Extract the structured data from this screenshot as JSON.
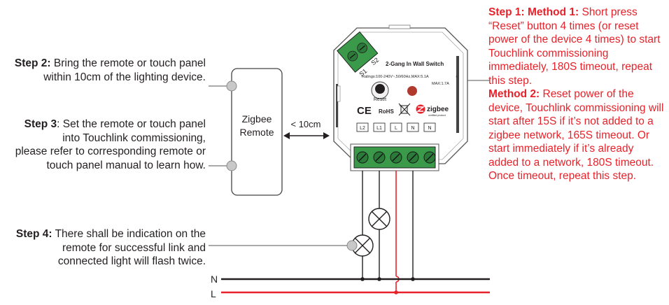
{
  "steps": {
    "step1": {
      "label": "Step 1: Method 1:",
      "text": " Short press “Reset” button 4 times (or reset power of the device 4 times) to start Touchlink commissioning immediately, 180S timeout, repeat this step.",
      "method2_label": "Method 2:",
      "method2_text": " Reset power of the device, Touchlink commissioning will start after 15S if it’s not added to a zigbee network, 165S timeout. Or start immediately if it’s already added to a network, 180S timeout. Once timeout, repeat this step."
    },
    "step2": {
      "label": "Step 2:",
      "text": " Bring the remote or touch panel within 10cm of the lighting device."
    },
    "step3": {
      "label": "Step 3",
      "text": ": Set the remote or touch panel into Touchlink commissioning,",
      "text2": "please refer to corresponding remote or touch panel manual to learn how."
    },
    "step4": {
      "label": "Step 4:",
      "text": " There shall be indication on the remote for successful link and connected light will flash twice."
    }
  },
  "remote": {
    "line1": "Zigbee",
    "line2": "Remote"
  },
  "distance": "< 10cm",
  "device": {
    "title": "2-Gang In Wall Switch",
    "ratings": "Ratings:100-240V~,50/60Hz,MAX:5.1A",
    "max": "MAX:1.7A",
    "reset": "Reset",
    "s1": "S1",
    "s2": "S2",
    "ce": "CE",
    "rohs": "RoHS",
    "zigbee": "zigbee",
    "zigbee_sub": "certified product",
    "terminals": [
      "L2",
      "L1",
      "L",
      "N",
      "N"
    ]
  },
  "lines": {
    "n": "N",
    "l": "L"
  },
  "colors": {
    "red": "#e8222a",
    "dark": "#231f20",
    "green": "#3a9a4a",
    "grey": "#c8c8c8"
  }
}
